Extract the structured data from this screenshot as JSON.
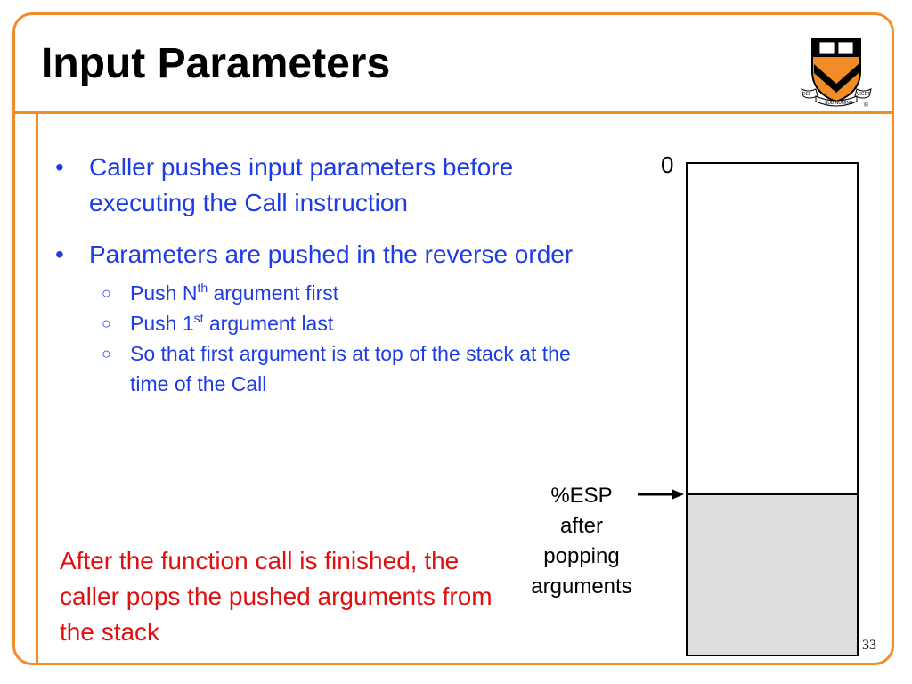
{
  "slide": {
    "title": "Input Parameters",
    "bullets": [
      {
        "text": "Caller pushes input parameters before executing the Call instruction"
      },
      {
        "text": "Parameters are pushed in the reverse order",
        "sub": [
          {
            "pre": "Push N",
            "sup": "th",
            "post": " argument first"
          },
          {
            "pre": "Push 1",
            "sup": "st",
            "post": " argument last"
          },
          {
            "pre": "So that first argument is at top of the stack at the time of the Call",
            "sup": "",
            "post": ""
          }
        ]
      }
    ],
    "note": "After the function call is finished, the caller pops the pushed arguments from the stack",
    "page_number": "33",
    "logo": {
      "name": "princeton-shield-icon",
      "ribbon_text": "DEI SUB NUMINE VIGET",
      "registered_mark": "®"
    }
  },
  "stack_diagram": {
    "top_label": "0",
    "pointer_label": [
      "%ESP",
      "after",
      "popping",
      "arguments"
    ],
    "filled_fraction": 0.325
  },
  "colors": {
    "accent": "#F28C28",
    "bullet_text": "#1E3CE6",
    "note_text": "#E01010",
    "stack_fill": "#DEDEDE"
  }
}
